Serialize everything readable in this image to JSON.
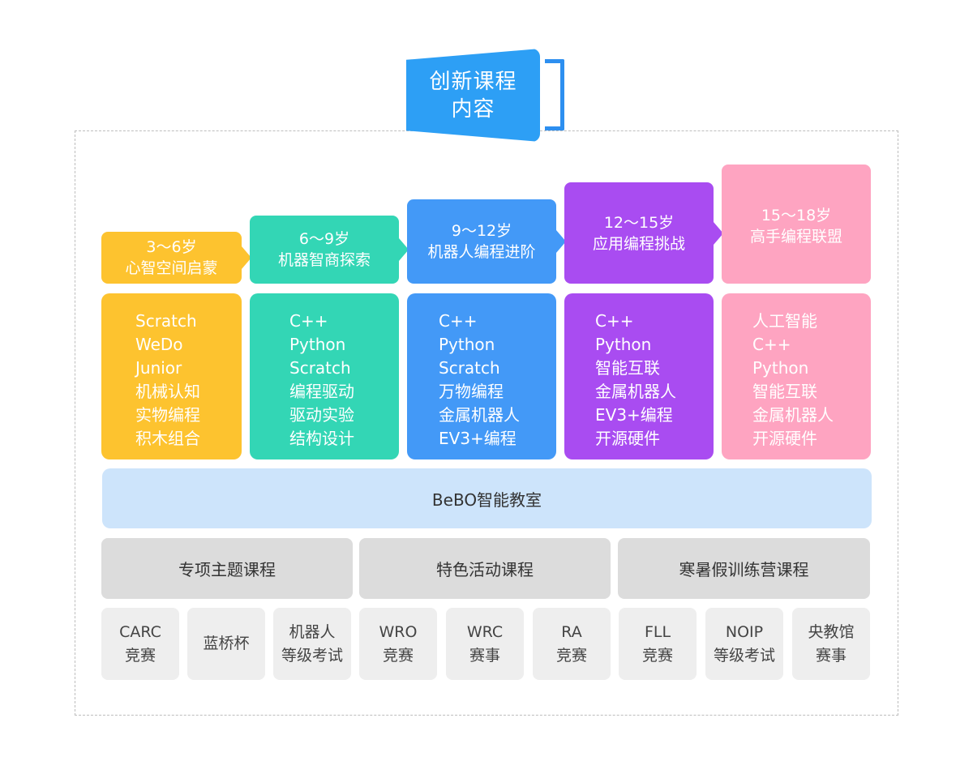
{
  "title": {
    "line1": "创新课程",
    "line2": "内容"
  },
  "colors": {
    "title": "#2d9ff5",
    "stages": [
      "#fdc32f",
      "#33d6b5",
      "#4399f7",
      "#a94cf1",
      "#fea4c1"
    ],
    "classroom": "#cde4fb",
    "category": "#dcdcdc",
    "competition": "#eeeeee"
  },
  "stages": [
    {
      "age": "3～6岁",
      "name": "心智空间启蒙",
      "items": [
        "Scratch",
        "WeDo",
        "Junior",
        "机械认知",
        "实物编程",
        "积木组合"
      ]
    },
    {
      "age": "6～9岁",
      "name": "机器智商探索",
      "items": [
        "C++",
        "Python",
        "Scratch",
        "编程驱动",
        "驱动实验",
        "结构设计"
      ]
    },
    {
      "age": "9～12岁",
      "name": "机器人编程进阶",
      "items": [
        "C++",
        "Python",
        "Scratch",
        "万物编程",
        "金属机器人",
        "EV3+编程"
      ]
    },
    {
      "age": "12～15岁",
      "name": "应用编程挑战",
      "items": [
        "C++",
        "Python",
        "智能互联",
        "金属机器人",
        "EV3+编程",
        "开源硬件"
      ]
    },
    {
      "age": "15～18岁",
      "name": "高手编程联盟",
      "items": [
        "人工智能",
        "C++",
        "Python",
        "智能互联",
        "金属机器人",
        "开源硬件"
      ]
    }
  ],
  "classroom": "BeBO智能教室",
  "categories": [
    "专项主题课程",
    "特色活动课程",
    "寒暑假训练营课程"
  ],
  "competitions": [
    {
      "line1": "CARC",
      "line2": "竞赛"
    },
    {
      "line1": "蓝桥杯",
      "line2": ""
    },
    {
      "line1": "机器人",
      "line2": "等级考试"
    },
    {
      "line1": "WRO",
      "line2": "竞赛"
    },
    {
      "line1": "WRC",
      "line2": "赛事"
    },
    {
      "line1": "RA",
      "line2": "竞赛"
    },
    {
      "line1": "FLL",
      "line2": "竞赛"
    },
    {
      "line1": "NOIP",
      "line2": "等级考试"
    },
    {
      "line1": "央教馆",
      "line2": "赛事"
    }
  ]
}
